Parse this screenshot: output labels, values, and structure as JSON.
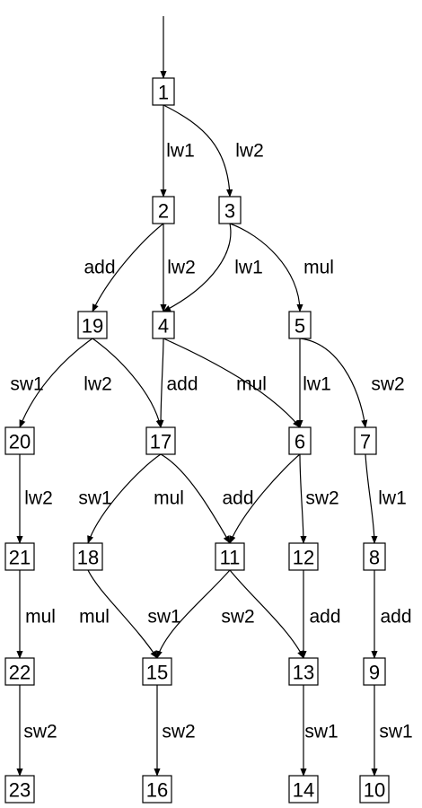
{
  "diagram": {
    "highlight_color": "#e8110f",
    "nodes": [
      {
        "id": "1",
        "label": "1"
      },
      {
        "id": "2",
        "label": "2"
      },
      {
        "id": "3",
        "label": "3"
      },
      {
        "id": "19",
        "label": "19"
      },
      {
        "id": "4",
        "label": "4"
      },
      {
        "id": "5",
        "label": "5"
      },
      {
        "id": "20",
        "label": "20"
      },
      {
        "id": "17",
        "label": "17"
      },
      {
        "id": "6",
        "label": "6"
      },
      {
        "id": "7",
        "label": "7"
      },
      {
        "id": "21",
        "label": "21"
      },
      {
        "id": "18",
        "label": "18"
      },
      {
        "id": "11",
        "label": "11"
      },
      {
        "id": "12",
        "label": "12"
      },
      {
        "id": "8",
        "label": "8"
      },
      {
        "id": "22",
        "label": "22"
      },
      {
        "id": "15",
        "label": "15"
      },
      {
        "id": "13",
        "label": "13"
      },
      {
        "id": "9",
        "label": "9"
      },
      {
        "id": "23",
        "label": "23",
        "highlighted": true
      },
      {
        "id": "16",
        "label": "16"
      },
      {
        "id": "14",
        "label": "14"
      },
      {
        "id": "10",
        "label": "10"
      }
    ],
    "edges": [
      {
        "from": "1",
        "to": "2",
        "label": "lw1"
      },
      {
        "from": "1",
        "to": "3",
        "label": "lw2"
      },
      {
        "from": "2",
        "to": "19",
        "label": "add"
      },
      {
        "from": "2",
        "to": "4",
        "label": "lw2"
      },
      {
        "from": "3",
        "to": "4",
        "label": "lw1"
      },
      {
        "from": "3",
        "to": "5",
        "label": "mul"
      },
      {
        "from": "19",
        "to": "20",
        "label": "sw1"
      },
      {
        "from": "19",
        "to": "17",
        "label": "lw2"
      },
      {
        "from": "4",
        "to": "17",
        "label": "add"
      },
      {
        "from": "4",
        "to": "6",
        "label": "mul"
      },
      {
        "from": "5",
        "to": "6",
        "label": "lw1"
      },
      {
        "from": "5",
        "to": "7",
        "label": "sw2"
      },
      {
        "from": "20",
        "to": "21",
        "label": "lw2"
      },
      {
        "from": "17",
        "to": "18",
        "label": "sw1"
      },
      {
        "from": "17",
        "to": "11",
        "label": "mul"
      },
      {
        "from": "6",
        "to": "11",
        "label": "add"
      },
      {
        "from": "6",
        "to": "12",
        "label": "sw2"
      },
      {
        "from": "7",
        "to": "8",
        "label": "lw1"
      },
      {
        "from": "21",
        "to": "22",
        "label": "mul"
      },
      {
        "from": "18",
        "to": "15",
        "label": "mul"
      },
      {
        "from": "11",
        "to": "15",
        "label": "sw1"
      },
      {
        "from": "11",
        "to": "13",
        "label": "sw2"
      },
      {
        "from": "12",
        "to": "13",
        "label": "add"
      },
      {
        "from": "8",
        "to": "9",
        "label": "add"
      },
      {
        "from": "22",
        "to": "23",
        "label": "sw2"
      },
      {
        "from": "15",
        "to": "16",
        "label": "sw2"
      },
      {
        "from": "13",
        "to": "14",
        "label": "sw1"
      },
      {
        "from": "9",
        "to": "10",
        "label": "sw1"
      }
    ]
  }
}
